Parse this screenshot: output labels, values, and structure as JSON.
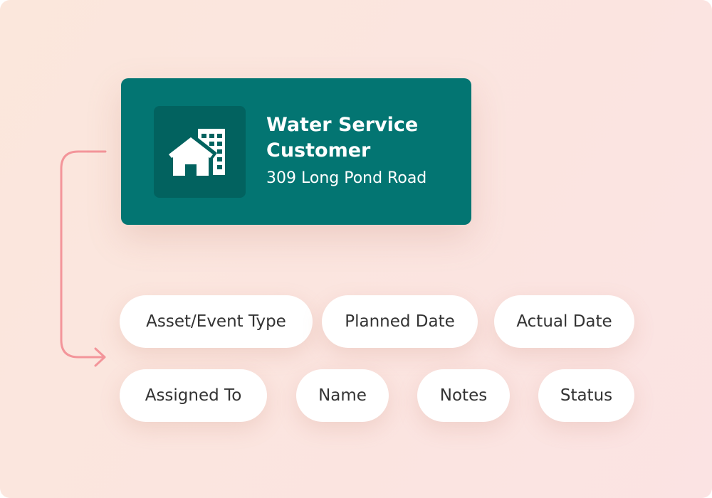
{
  "customer_card": {
    "title": "Water Service Customer",
    "address": "309 Long Pond Road",
    "icon": "house-building-icon",
    "background_color": "#037572",
    "icon_tile_color": "#02625f"
  },
  "connector": {
    "icon": "arrow-right-icon",
    "color": "#f3959a"
  },
  "fields": [
    {
      "label": "Asset/Event Type"
    },
    {
      "label": "Planned Date"
    },
    {
      "label": "Actual Date"
    },
    {
      "label": "Assigned To"
    },
    {
      "label": "Name"
    },
    {
      "label": "Notes"
    },
    {
      "label": "Status"
    }
  ]
}
